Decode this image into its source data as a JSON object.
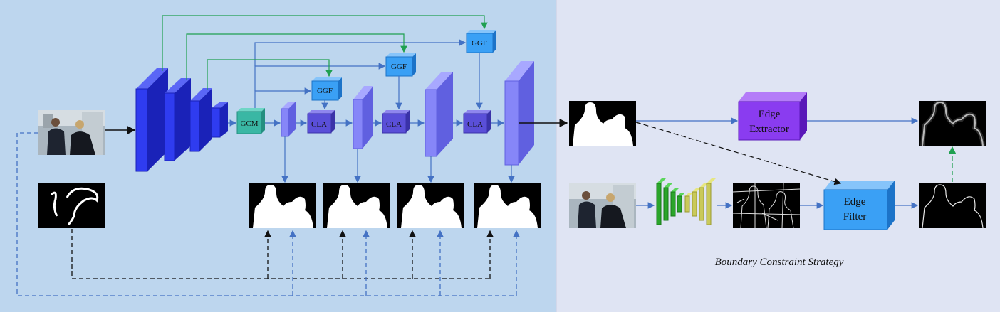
{
  "modules": {
    "gcm": "GCM",
    "ggf": "GGF",
    "cla": "CLA"
  },
  "edge_extractor": [
    "Edge",
    "Extractor"
  ],
  "edge_filter": [
    "Edge",
    "Filter"
  ],
  "caption": "Boundary Constraint Strategy",
  "colors": {
    "left_panel": "#bdd6ee",
    "right_panel": "#dfe4f3",
    "encoder": "#2f3cf0",
    "decoder": "#7878f0",
    "gcm": "#3ab7a4",
    "ggf": "#3aa0f5",
    "cla": "#5a4fd8",
    "edge_extractor": "#8a3cf0",
    "edge_filter": "#3aa0f5",
    "green_arrow": "#1fa050",
    "blue_arrow": "#4472c4",
    "dashed_black": "#111111",
    "dashed_blue": "#4472c4"
  }
}
